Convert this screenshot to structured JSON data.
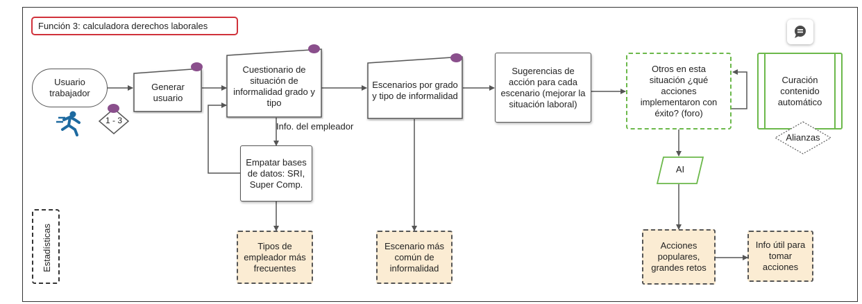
{
  "title": "Función 3: calculadora derechos laborales",
  "nodes": {
    "usuario": "Usuario trabajador",
    "generar": "Generar usuario",
    "cuestionario": "Cuestionario de situación de informalidad grado y tipo",
    "escenarios": "Escenarios por grado y tipo de informalidad",
    "sugerencias": "Sugerencias de acción para cada escenario (mejorar la situación laboral)",
    "otros": "Otros en esta situación ¿qué acciones implementaron con éxito? (foro)",
    "curacion": "Curación contenido automático",
    "alianzas": "Alianzas",
    "rango": "1 - 3",
    "empatar": "Empatar bases de datos: SRI, Super Comp.",
    "ai": "AI",
    "tipos": "Tipos de empleador más frecuentes",
    "escenario_comun": "Escenario más común de informalidad",
    "acciones": "Acciones populares, grandes retos",
    "info_util": "Info útil para tomar acciones",
    "estadisticas": "Estadísticas"
  },
  "edge_labels": {
    "info_empleador": "Info. del empleador"
  },
  "icons": {
    "runner": "running-person-icon",
    "comment": "comment-icon"
  },
  "colors": {
    "title_border": "#d0313a",
    "green_border": "#6bb84a",
    "cream_fill": "#fbecd3",
    "comment_dot": "#8a4f8c",
    "runner": "#1e6aa0"
  }
}
